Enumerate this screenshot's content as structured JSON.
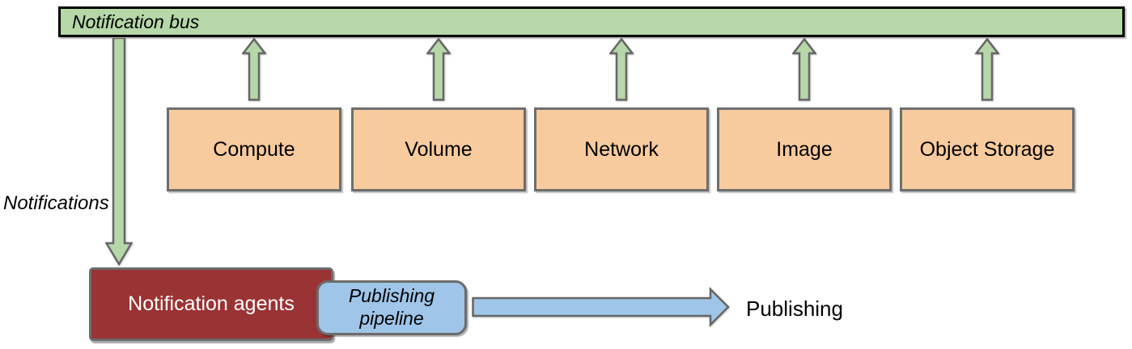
{
  "bus": {
    "label": "Notification bus"
  },
  "services": [
    {
      "label": "Compute"
    },
    {
      "label": "Volume"
    },
    {
      "label": "Network"
    },
    {
      "label": "Image"
    },
    {
      "label": "Object Storage"
    }
  ],
  "flows": {
    "notifications_label": "Notifications",
    "publishing_label": "Publishing"
  },
  "agents": {
    "label": "Notification agents"
  },
  "pipeline": {
    "label": "Publishing\npipeline"
  },
  "colors": {
    "bus_fill": "#b6d7a8",
    "arrow_green_fill": "#b6d7a8",
    "service_fill": "#f8cb9e",
    "agents_fill": "#9a3334",
    "pipeline_fill": "#9fc5e8",
    "arrow_blue_fill": "#9fc5e8",
    "shape_border": "#666666",
    "bus_border": "#000000",
    "agents_text": "#ffffff",
    "text": "#000000"
  }
}
